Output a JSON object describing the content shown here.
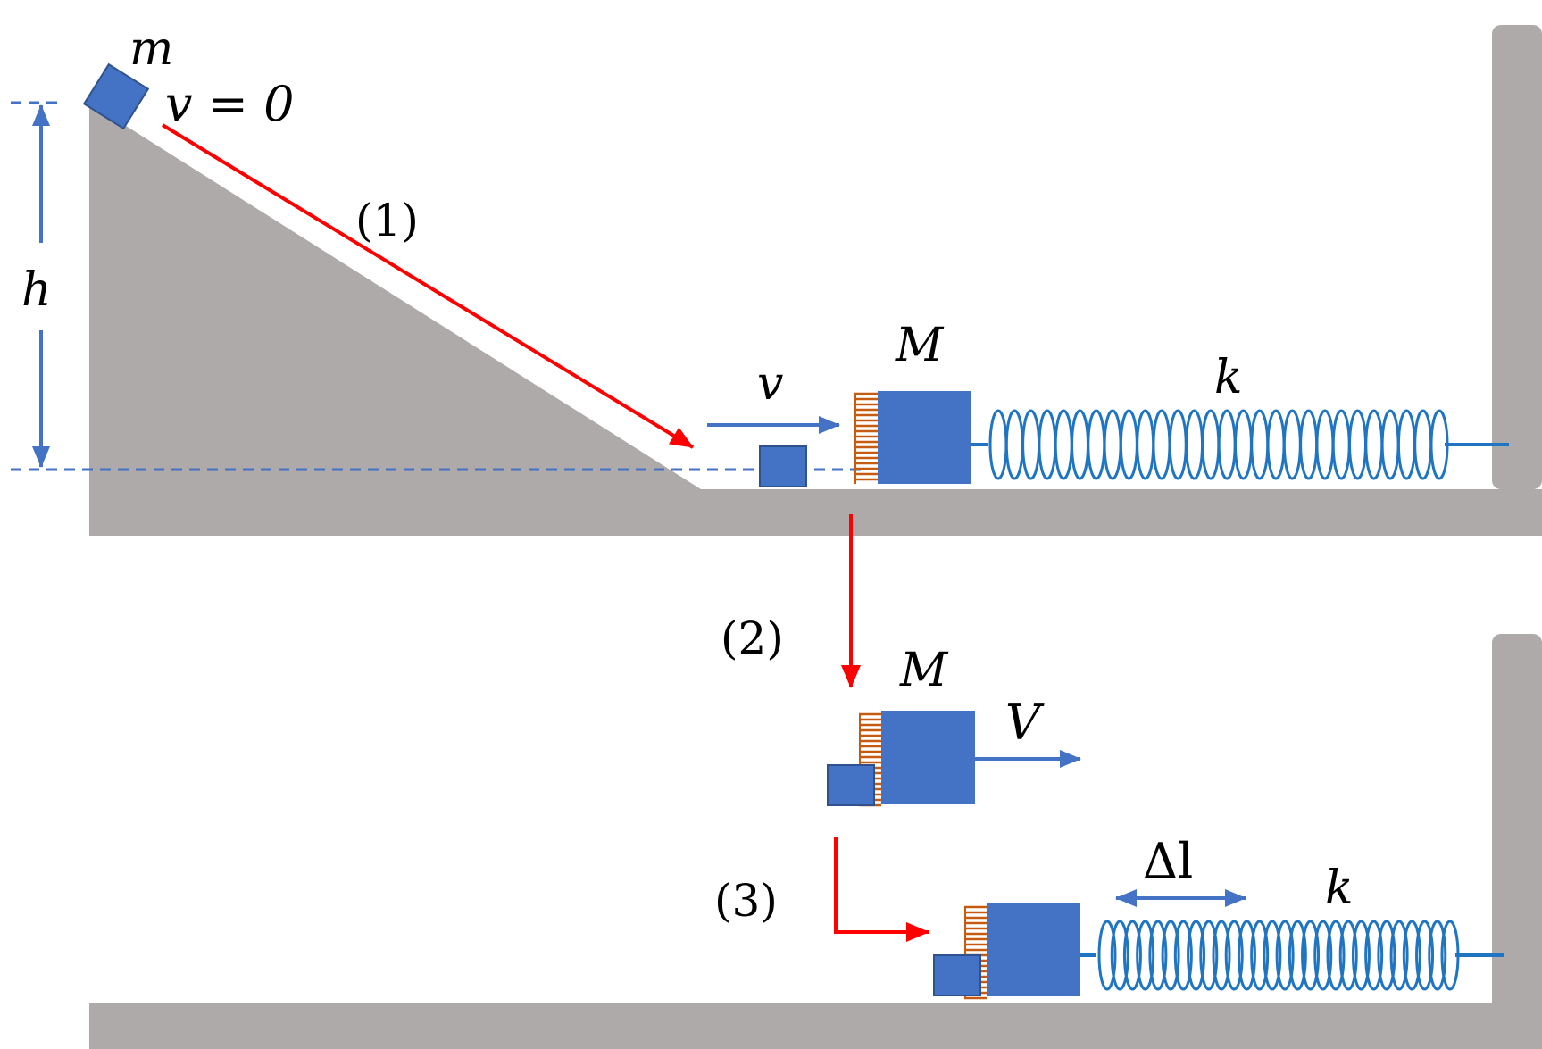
{
  "labels": {
    "mass_small": "m",
    "initial_velocity": "v = 0",
    "height": "h",
    "step1": "(1)",
    "velocity": "v",
    "mass_big_top": "M",
    "spring_top": "k",
    "step2": "(2)",
    "mass_big_mid": "M",
    "velocity_after": "V",
    "step3": "(3)",
    "compression": "Δl",
    "spring_bottom": "k"
  },
  "colors": {
    "ground": "#aeaaa9",
    "block": "#4472c4",
    "block_stroke": "#2f528f",
    "spring": "#1f75c2",
    "motion_arrow": "#ff0000",
    "dimension_line": "#4472c4",
    "velcro": "#c55a11"
  }
}
